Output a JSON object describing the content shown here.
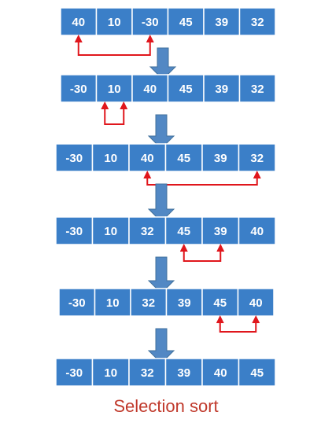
{
  "caption": "Selection sort",
  "colors": {
    "cell_fill": "#3b7fc8",
    "cell_stroke": "#ffffff",
    "arrow_down": "#5288c4",
    "swap_bracket": "#e0161c"
  },
  "steps": [
    {
      "values": [
        "40",
        "10",
        "-30",
        "45",
        "39",
        "32"
      ],
      "swap": [
        0,
        2
      ]
    },
    {
      "values": [
        "-30",
        "10",
        "40",
        "45",
        "39",
        "32"
      ],
      "swap": [
        1,
        1
      ]
    },
    {
      "values": [
        "-30",
        "10",
        "40",
        "45",
        "39",
        "32"
      ],
      "swap": [
        2,
        5
      ]
    },
    {
      "values": [
        "-30",
        "10",
        "32",
        "45",
        "39",
        "40"
      ],
      "swap": [
        3,
        4
      ]
    },
    {
      "values": [
        "-30",
        "10",
        "32",
        "39",
        "45",
        "40"
      ],
      "swap": [
        4,
        5
      ]
    },
    {
      "values": [
        "-30",
        "10",
        "32",
        "39",
        "40",
        "45"
      ],
      "swap": null
    }
  ]
}
